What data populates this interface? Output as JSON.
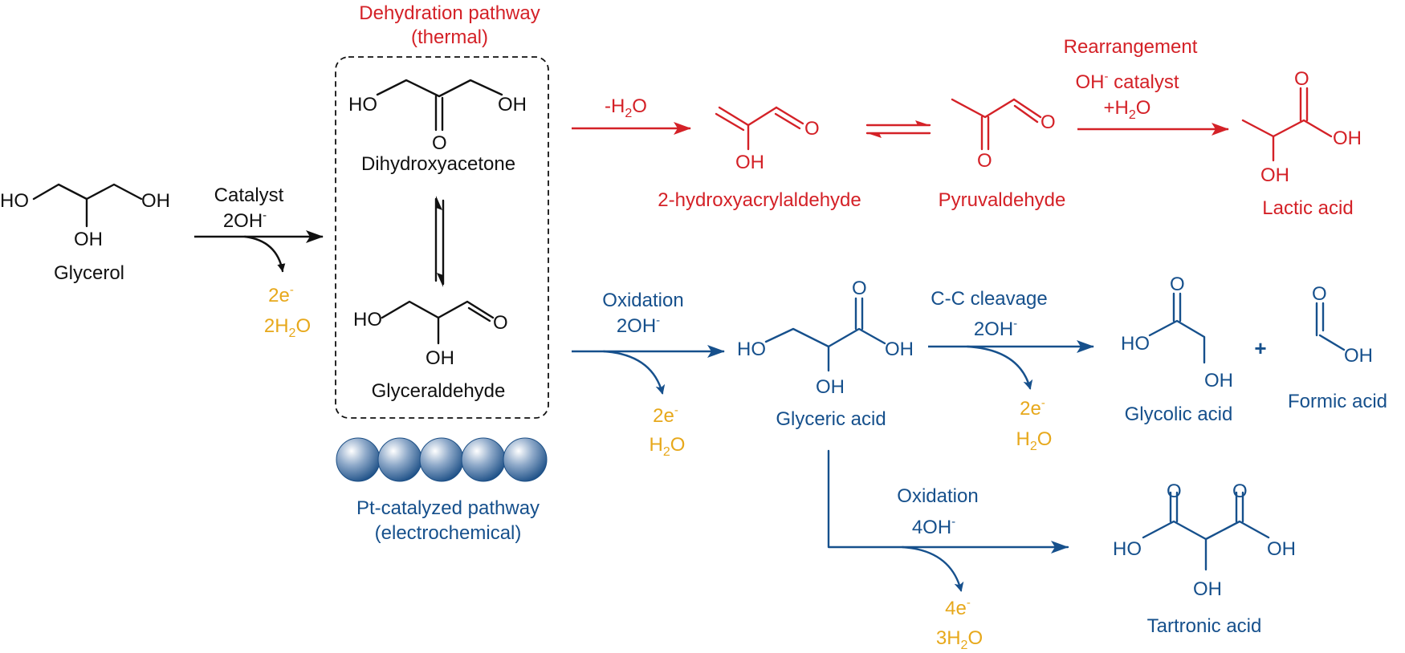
{
  "colors": {
    "thermal": "#d42127",
    "electrochemical": "#16508c",
    "byproduct": "#e7a81b",
    "neutral": "#111111"
  },
  "pathways": {
    "dehydration_title": "Dehydration pathway",
    "dehydration_subtitle": "(thermal)",
    "pt_title": "Pt-catalyzed pathway",
    "pt_subtitle": "(electrochemical)"
  },
  "molecules": {
    "glycerol": "Glycerol",
    "dihydroxyacetone": "Dihydroxyacetone",
    "glyceraldehyde": "Glyceraldehyde",
    "hydroxyacrylaldehyde": "2-hydroxyacrylaldehyde",
    "pyruvaldehyde": "Pyruvaldehyde",
    "lactic_acid": "Lactic acid",
    "glyceric_acid": "Glyceric acid",
    "glycolic_acid": "Glycolic acid",
    "formic_acid": "Formic acid",
    "tartronic_acid": "Tartronic acid"
  },
  "atoms": {
    "ho": "HO",
    "oh": "OH",
    "o": "O",
    "plus": "+"
  },
  "reactions": {
    "step1": {
      "line1": "Catalyst",
      "line2": "2OH",
      "charge": "-",
      "electrons": "2e",
      "e_charge": "-",
      "water_coeff": "2H",
      "water_sub": "2",
      "water_o": "O"
    },
    "dehydration": {
      "label": "-H",
      "sub": "2",
      "o": "O"
    },
    "rearrangement": {
      "title": "Rearrangement",
      "base": "OH",
      "charge": "-",
      "catalyst": " catalyst",
      "water_pre": "+H",
      "water_sub": "2",
      "water_o": "O"
    },
    "oxidation1": {
      "line1": "Oxidation",
      "line2": "2OH",
      "charge": "-",
      "electrons": "2e",
      "e_charge": "-",
      "water": "H",
      "water_sub": "2",
      "water_o": "O"
    },
    "cleavage": {
      "line1": "C-C cleavage",
      "line2": "2OH",
      "charge": "-",
      "electrons": "2e",
      "e_charge": "-",
      "water": "H",
      "water_sub": "2",
      "water_o": "O"
    },
    "oxidation2": {
      "line1": "Oxidation",
      "line2": "4OH",
      "charge": "-",
      "electrons": "4e",
      "e_charge": "-",
      "water": "3H",
      "water_sub": "2",
      "water_o": "O"
    }
  }
}
